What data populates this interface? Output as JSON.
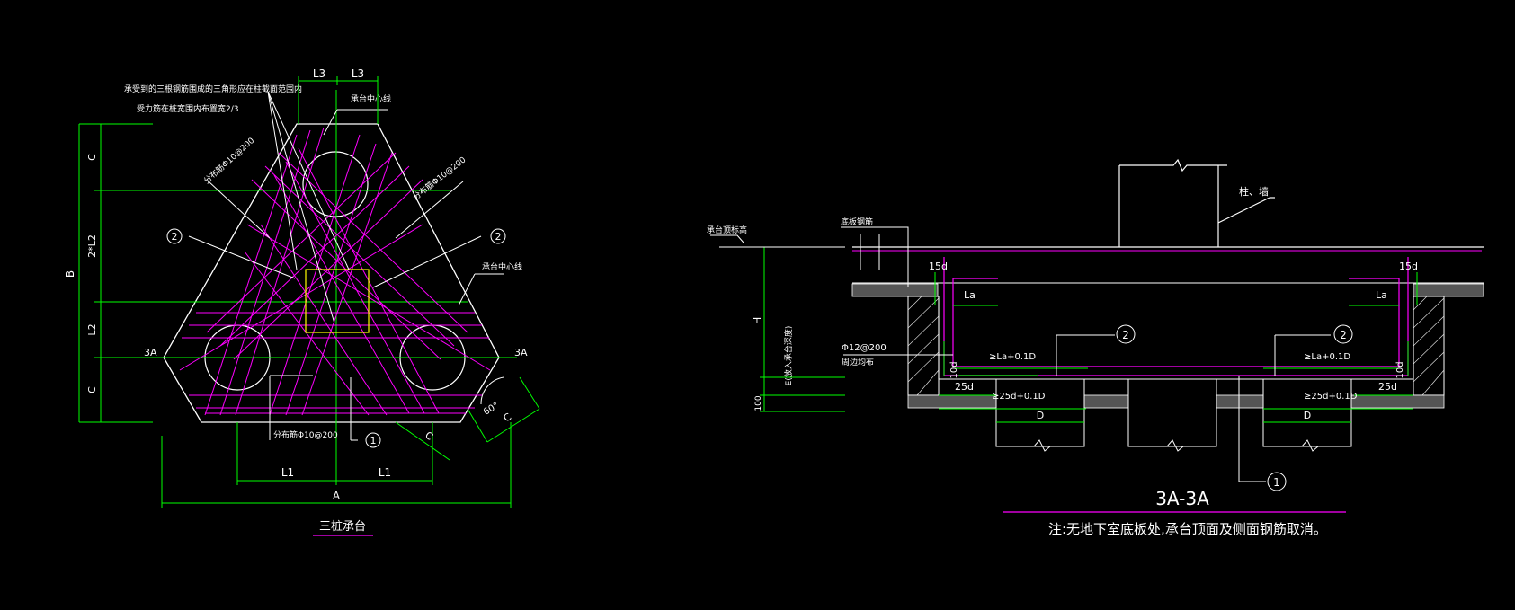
{
  "left": {
    "caption": "三桩承台",
    "note_line1": "承受到的三根钢筋围成的三角形应在柱截面范围内",
    "note_line2": "受力筋在桩宽围内布置宽2/3",
    "center_line_top": "承台中心线",
    "center_line_right": "承台中心线",
    "dist_left": "分布筋Φ10@200",
    "dist_right": "分布筋Φ10@200",
    "dist_bottom": "分布筋Φ10@200",
    "marker_2": "2",
    "marker_1": "1",
    "sec_left": "3A",
    "sec_right": "3A",
    "dim_L3a": "L3",
    "dim_L3b": "L3",
    "dim_C_top": "C",
    "dim_2L2": "2*L2",
    "dim_L2": "L2",
    "dim_C_bot": "C",
    "dim_B": "B",
    "dim_L1a": "L1",
    "dim_L1b": "L1",
    "dim_A": "A",
    "dim_C_diag": "C",
    "dim_angle": "60°",
    "dim_C_corner": "C"
  },
  "right": {
    "title": "3A-3A",
    "note": "注:无地下室底板处,承台顶面及侧面钢筋取消。",
    "label_col": "柱、墙",
    "label_top_elev": "承台顶标高",
    "label_bottom_rebar": "底板钢筋",
    "rebar_label": "Φ12@200",
    "rebar_sub": "周边均布",
    "dim_15d_l": "15d",
    "dim_15d_r": "15d",
    "dim_La_l": "La",
    "dim_La_r": "La",
    "dim_La01_l": "≥La+0.1D",
    "dim_La01_r": "≥La+0.1D",
    "dim_25d_l": "25d",
    "dim_25d_r": "25d",
    "dim_25d01_l": "≥25d+0.1D",
    "dim_25d01_r": "≥25d+0.1D",
    "dim_D_l": "D",
    "dim_D_r": "D",
    "dim_10d_l": "10d",
    "dim_10d_r": "10d",
    "dim_H": "H",
    "dim_E": "E(放入承台深度)",
    "dim_100": "100",
    "marker_2a": "2",
    "marker_2b": "2",
    "marker_1": "1"
  },
  "colors": {
    "background": "#000000",
    "magenta": "#ff00ff",
    "green": "#00ff00",
    "white": "#ffffff",
    "yellow": "#ffff00",
    "gray": "#bbbbbb"
  }
}
